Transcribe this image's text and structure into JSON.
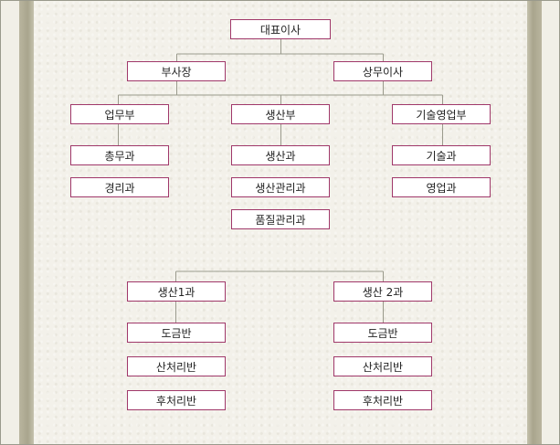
{
  "nodes": {
    "ceo": "대표이사",
    "vp": "부사장",
    "md": "상무이사",
    "ops": "업무부",
    "prod": "생산부",
    "tech_sales": "기술영업부",
    "general_affairs": "총무과",
    "accounting": "경리과",
    "production": "생산과",
    "production_mgmt": "생산관리과",
    "quality_mgmt": "품질관리과",
    "technology": "기술과",
    "sales": "영업과",
    "prod1": "생산1과",
    "prod2": "생산 2과",
    "plating1": "도금반",
    "acid1": "산처리반",
    "post1": "후처리반",
    "plating2": "도금반",
    "acid2": "산처리반",
    "post2": "후처리반"
  },
  "colors": {
    "box_border": "#a0386a",
    "line": "#9a9a8c",
    "canvas": "#f3f1ea"
  }
}
